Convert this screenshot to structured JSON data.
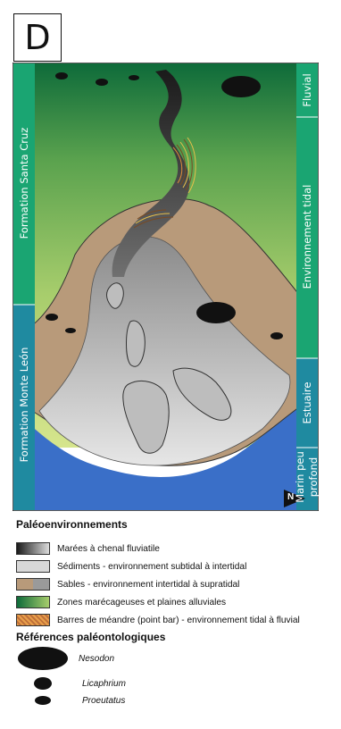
{
  "panel": {
    "letter": "D"
  },
  "diagram": {
    "left_labels": {
      "top": "Formation Santa Cruz",
      "bottom": "Formation Monte León"
    },
    "right_labels": {
      "fluvial": "Fluvial",
      "tidal": "Environnement tidal",
      "estuary": "Estuaire",
      "marine_line1": "Marin peu",
      "marine_line2": "profond"
    },
    "north_label": "N",
    "colors": {
      "sea": "#3a6fc8",
      "green_band": "#1aa572",
      "teal_band": "#1f8aa0",
      "sand": "#b89a7a",
      "grey_sediment": "#c8c8c8",
      "channel": "#2b2b2b"
    }
  },
  "legend": {
    "title": "Paléoenvironnements",
    "items": [
      {
        "label": "Marées à chenal fluviatile"
      },
      {
        "label": "Sédiments - environnement subtidal à intertidal"
      },
      {
        "label": "Sables - environnement intertidal à supratidal"
      },
      {
        "label": "Zones marécageuses et plaines alluviales"
      },
      {
        "label": "Barres de méandre (point bar) - environnement tidal à fluvial"
      }
    ]
  },
  "fauna": {
    "title": "Références paléontologiques",
    "items": [
      {
        "name": "Nesodon",
        "icon": "nesodon-icon"
      },
      {
        "name": "Licaphrium",
        "icon": "licaphrium-icon"
      },
      {
        "name": "Proeutatus",
        "icon": "proeutatus-icon"
      }
    ]
  }
}
